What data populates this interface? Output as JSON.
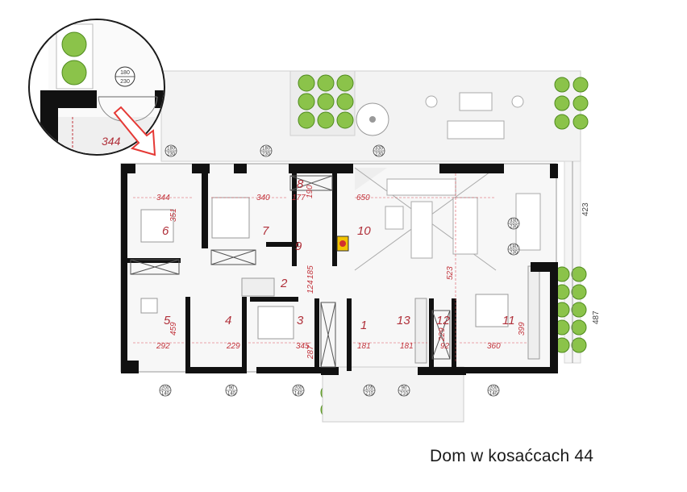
{
  "caption": "Dom w kosaćcach 44",
  "rooms": {
    "r1": "1",
    "r2": "2",
    "r3": "3",
    "r4": "4",
    "r5": "5",
    "r6": "6",
    "r7": "7",
    "r8": "8",
    "r9": "9",
    "r10": "10",
    "r11": "11",
    "r12": "12",
    "r13": "13"
  },
  "dims": {
    "d344": "344",
    "d340": "340",
    "d177": "177",
    "d190": "190",
    "d650": "650",
    "d351": "351",
    "d185": "185",
    "d523": "523",
    "d124": "124",
    "d459": "459",
    "d292": "292",
    "d229": "229",
    "d345": "345",
    "d287": "287",
    "d181a": "181",
    "d181b": "181",
    "d229b": "229",
    "d92": "92",
    "d360": "360",
    "d399": "399",
    "d423": "423",
    "d487": "487"
  },
  "inset": {
    "dim": "344",
    "win_top": "180",
    "win_bottom": "230"
  },
  "windows": [
    {
      "top": "180",
      "bottom": "230"
    },
    {
      "top": "180",
      "bottom": "230"
    },
    {
      "top": "330",
      "bottom": "230"
    },
    {
      "top": "330",
      "bottom": "230"
    },
    {
      "top": "180",
      "bottom": "230"
    },
    {
      "top": "200",
      "bottom": "140"
    },
    {
      "top": "90",
      "bottom": "140"
    },
    {
      "top": "200",
      "bottom": "140"
    },
    {
      "top": "105",
      "bottom": "210"
    },
    {
      "top": "90",
      "bottom": "210"
    },
    {
      "top": "200",
      "bottom": "140"
    }
  ]
}
